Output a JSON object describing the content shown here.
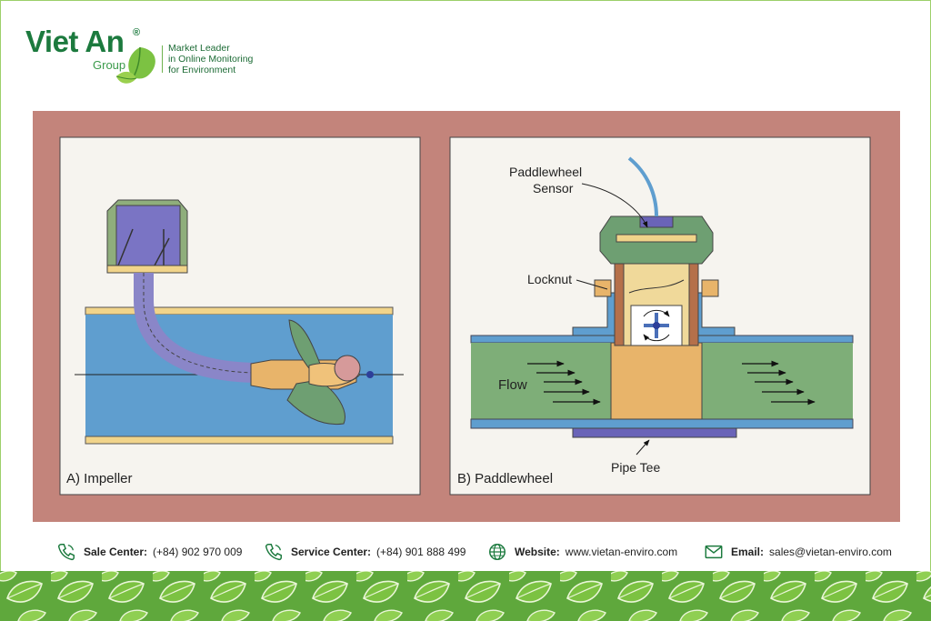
{
  "brand": {
    "name": "Viet An",
    "registered": "®",
    "group": "Group",
    "tagline": [
      "Market Leader",
      "in Online Monitoring",
      "for Environment"
    ],
    "colors": {
      "brand_green": "#1c7a3e",
      "leaf_green": "#7cc242",
      "panel_frame": "#c3847b"
    }
  },
  "diagram": {
    "panel_a": {
      "caption": "A) Impeller"
    },
    "panel_b": {
      "caption": "B) Paddlewheel",
      "label_sensor_line1": "Paddlewheel",
      "label_sensor_line2": "Sensor",
      "label_locknut": "Locknut",
      "label_flow": "Flow",
      "label_pipe_tee": "Pipe Tee"
    }
  },
  "contacts": [
    {
      "icon": "phone-icon",
      "label": "Sale Center:",
      "value": "(+84) 902 970 009"
    },
    {
      "icon": "phone-icon",
      "label": "Service Center:",
      "value": "(+84) 901 888 499"
    },
    {
      "icon": "globe-icon",
      "label": "Website:",
      "value": "www.vietan-enviro.com"
    },
    {
      "icon": "mail-icon",
      "label": "Email:",
      "value": "sales@vietan-enviro.com"
    }
  ]
}
